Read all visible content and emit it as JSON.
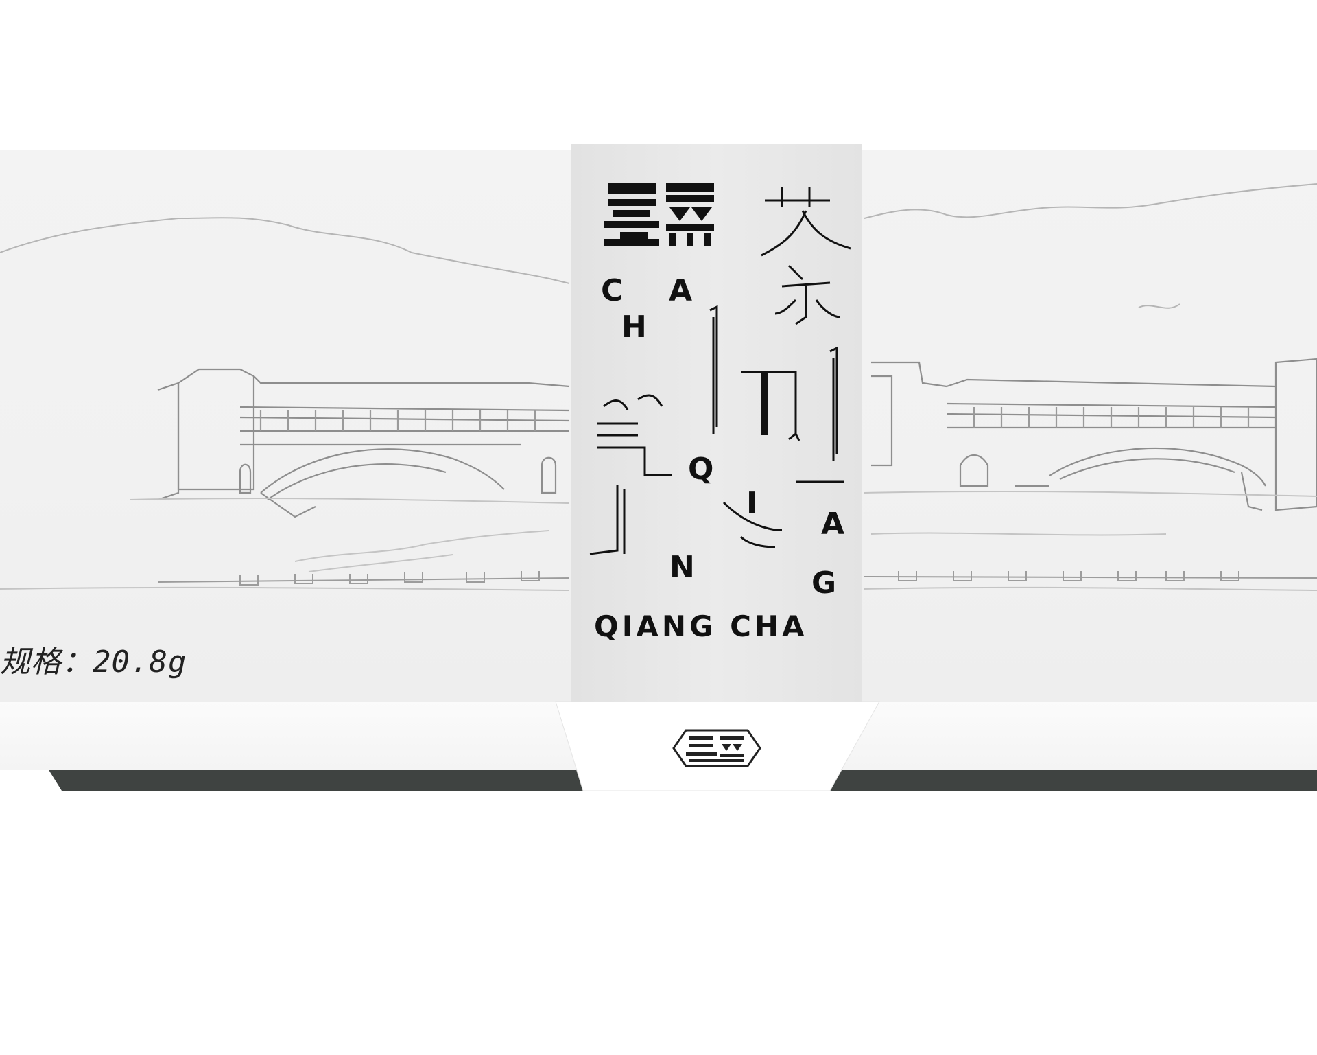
{
  "product": {
    "spec_text": "规格：20.8g",
    "sleeve_latin_letters": [
      "C",
      "A",
      "H",
      "Q",
      "I",
      "N",
      "A",
      "G"
    ],
    "tagline": "QIANG CHA",
    "icons": {
      "brand_mark": "qiang-fortress-logo-icon",
      "title_art": "qiang-cha-calligraphy-icon",
      "sketch": "bridge-sketch-illustration",
      "company_mark": "company-seal-icon"
    }
  },
  "colors": {
    "box_top": "#f1f1f1",
    "box_bottom": "#404442",
    "sleeve": "#e6e6e6",
    "ink": "#111111"
  }
}
